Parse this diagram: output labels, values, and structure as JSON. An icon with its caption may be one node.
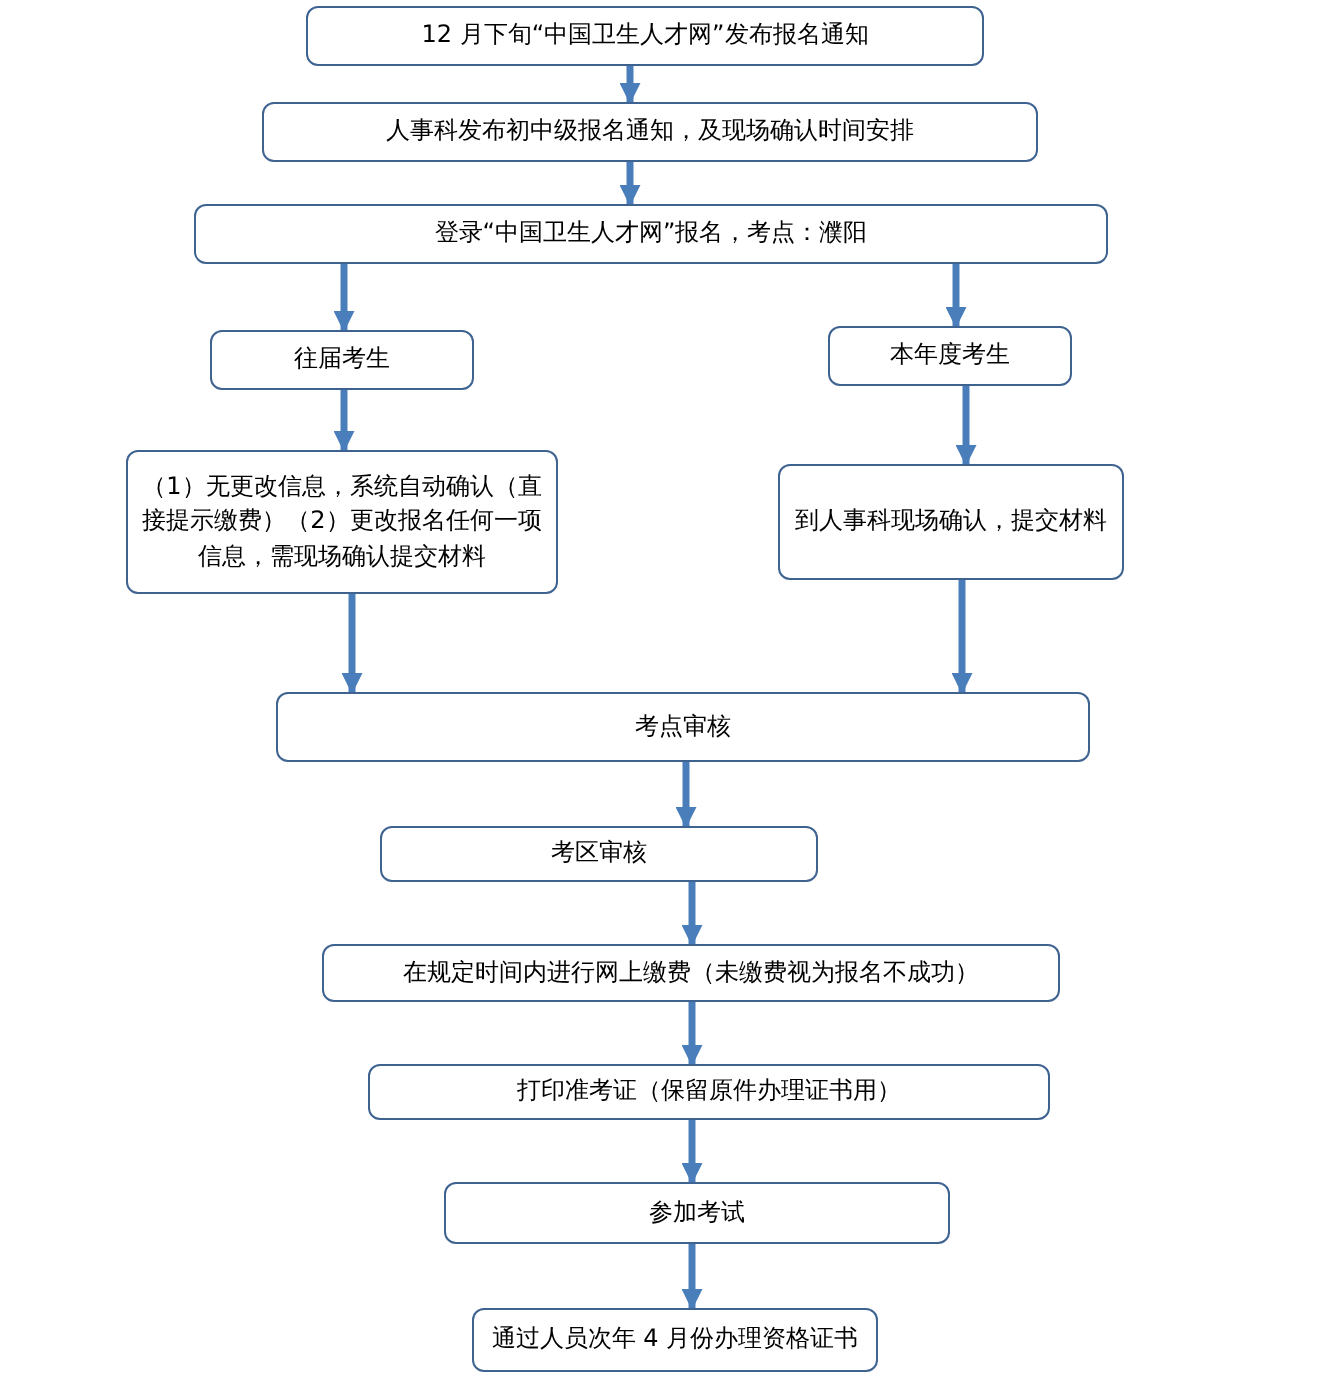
{
  "diagram": {
    "nodes": [
      {
        "text": [
          "12 月下旬“中国卫生人才网”发布报名通知"
        ]
      },
      {
        "text": [
          "人事科发布初中级报名通知，及现场确认时间安排"
        ]
      },
      {
        "text": [
          "登录“中国卫生人才网”报名，考点：濮阳"
        ]
      },
      {
        "text": [
          "往届考生"
        ]
      },
      {
        "text": [
          "本年度考生"
        ]
      },
      {
        "text": [
          "（1）无更改信息，系统自动确认（直接提示缴费）（2）更改报名任何一项信息，需现场确认提交材料"
        ]
      },
      {
        "text": [
          "到人事科现场确认，提交材料"
        ]
      },
      {
        "text": [
          "考点审核"
        ]
      },
      {
        "text": [
          "考区审核"
        ]
      },
      {
        "text": [
          "在规定时间内进行网上缴费（未缴费视为报名不成功）"
        ]
      },
      {
        "text": [
          "打印准考证（保留原件办理证书用）"
        ]
      },
      {
        "text": [
          "参加考试"
        ]
      },
      {
        "text": [
          "通过人员次年 4 月份办理资格证书"
        ]
      }
    ],
    "edges": [
      {
        "from": 0,
        "to": 1,
        "arrow": "to"
      },
      {
        "from": 1,
        "to": 2,
        "arrow": "to"
      },
      {
        "from": 2,
        "to": 3,
        "arrow": "to"
      },
      {
        "from": 2,
        "to": 4,
        "arrow": "to"
      },
      {
        "from": 3,
        "to": 5,
        "arrow": "to"
      },
      {
        "from": 4,
        "to": 6,
        "arrow": "to"
      },
      {
        "from": 5,
        "to": 7,
        "arrow": "to"
      },
      {
        "from": 6,
        "to": 7,
        "arrow": "to"
      },
      {
        "from": 7,
        "to": 8,
        "arrow": "to"
      },
      {
        "from": 8,
        "to": 9,
        "arrow": "to"
      },
      {
        "from": 9,
        "to": 10,
        "arrow": "to"
      },
      {
        "from": 10,
        "to": 11,
        "arrow": "to"
      },
      {
        "from": 11,
        "to": 12,
        "arrow": "to"
      }
    ]
  }
}
